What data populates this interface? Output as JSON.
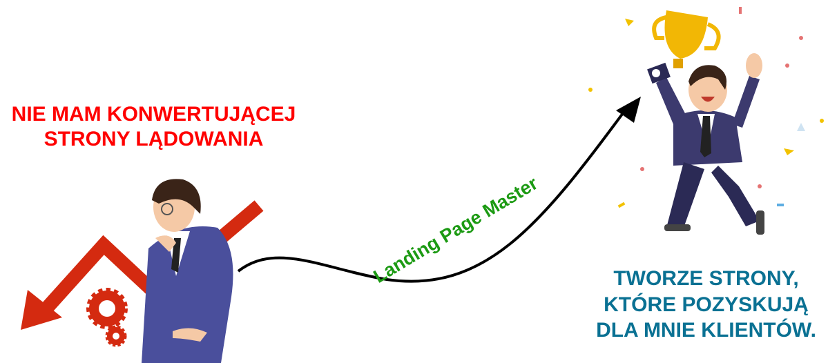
{
  "problem_text": {
    "line1": "NIE MAM KONWERTUJĄCEJ",
    "line2": "STRONY LĄDOWANIA"
  },
  "solution_text": {
    "line1": "TWORZE STRONY,",
    "line2": "KTÓRE POZYSKUJĄ",
    "line3": "DLA MNIE KLIENTÓW."
  },
  "path_label": "Landing Page Master",
  "colors": {
    "problem": "#ff0000",
    "solution": "#0a7193",
    "label": "#1c9a13",
    "arrow": "#000000",
    "decline": "#d42a10"
  },
  "icons": [
    "declining-arrow-icon",
    "gear-icon",
    "worried-businessman-illustration",
    "trophy-icon",
    "celebrating-businessman-illustration",
    "curved-arrow-icon"
  ]
}
